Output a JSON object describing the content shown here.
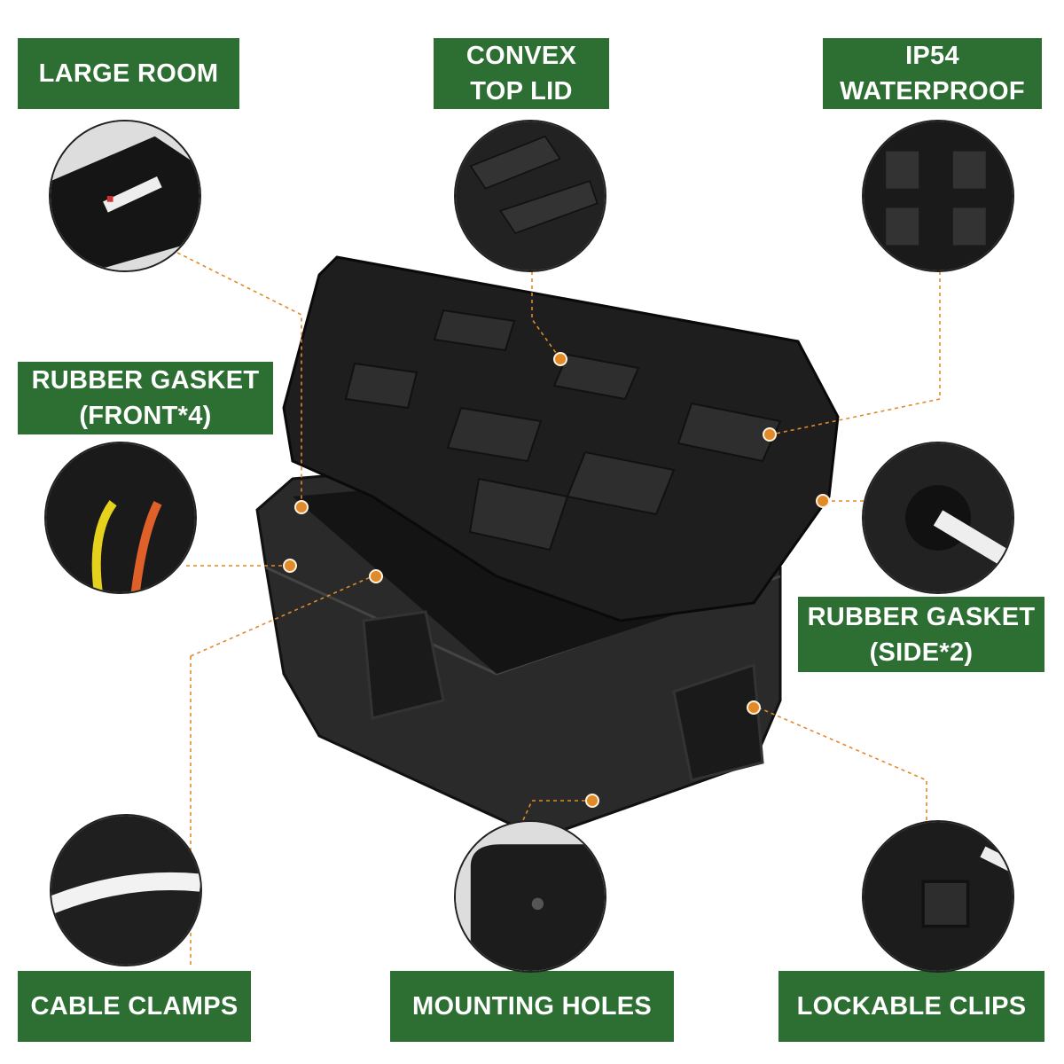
{
  "colors": {
    "label_bg": "#2d6e33",
    "label_text": "#ffffff",
    "leader": "#e08a2a",
    "box": "#1c1c1c"
  },
  "features": [
    {
      "id": "large-room",
      "lines": [
        "LARGE ROOM"
      ]
    },
    {
      "id": "convex-top-lid",
      "lines": [
        "CONVEX",
        "TOP LID"
      ]
    },
    {
      "id": "ip54-waterproof",
      "lines": [
        "IP54",
        "WATERPROOF"
      ]
    },
    {
      "id": "rubber-gasket-front",
      "lines": [
        "RUBBER GASKET",
        "(FRONT*4)"
      ]
    },
    {
      "id": "rubber-gasket-side",
      "lines": [
        "RUBBER GASKET",
        "(SIDE*2)"
      ]
    },
    {
      "id": "cable-clamps",
      "lines": [
        "CABLE CLAMPS"
      ]
    },
    {
      "id": "mounting-holes",
      "lines": [
        "MOUNTING HOLES"
      ]
    },
    {
      "id": "lockable-clips",
      "lines": [
        "LOCKABLE CLIPS"
      ]
    }
  ]
}
